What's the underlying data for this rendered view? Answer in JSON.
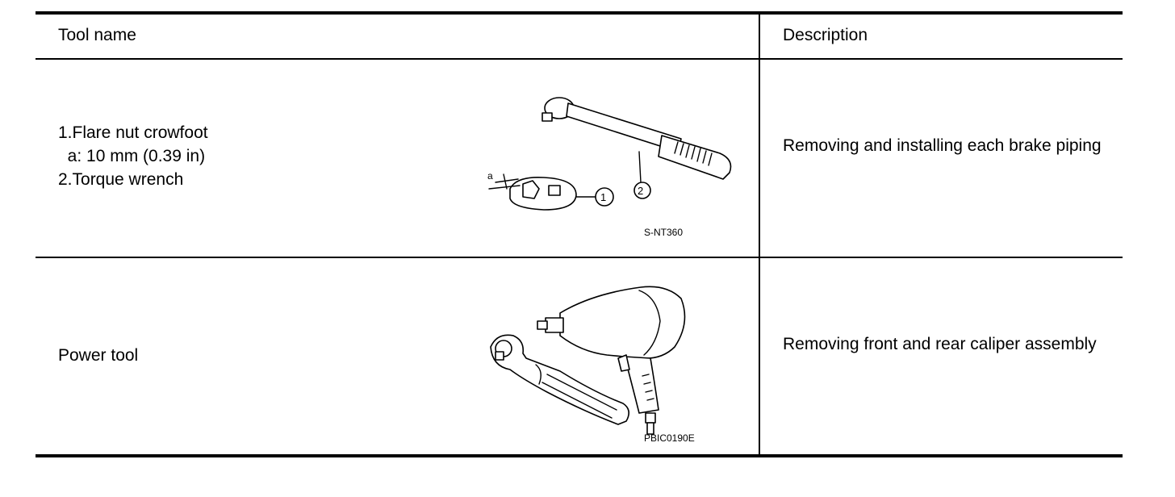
{
  "table": {
    "headers": {
      "tool_name": "Tool name",
      "description": "Description"
    },
    "rows": [
      {
        "tool_name": "1.Flare nut crowfoot\n  a: 10 mm (0.39 in)\n2.Torque wrench",
        "figure_code": "S-NT360",
        "figure_labels": {
          "a": "a",
          "one": "1",
          "two": "2"
        },
        "description": "Removing and installing each brake piping"
      },
      {
        "tool_name": "Power tool",
        "figure_code": "PBIC0190E",
        "description": "Removing front and rear caliper assembly"
      }
    ]
  }
}
